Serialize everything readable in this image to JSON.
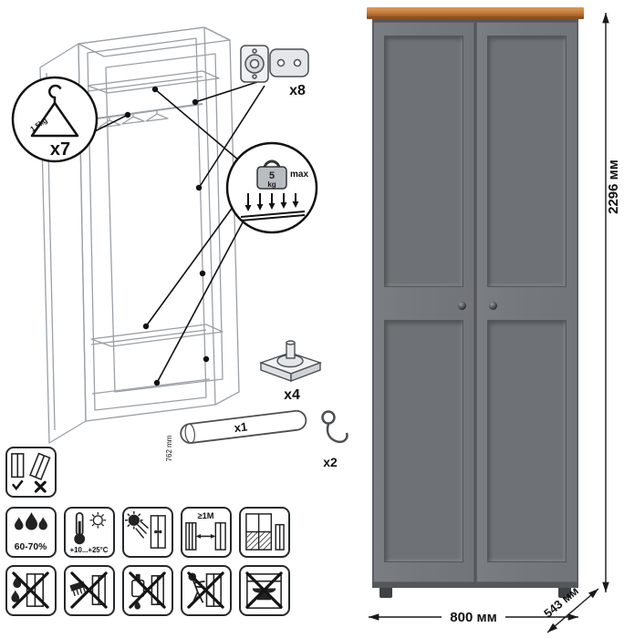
{
  "schematic": {
    "hanger_count": "x7",
    "hanger_weight": "1.5kg",
    "load_value": "5",
    "load_unit": "kg",
    "load_max": "max",
    "hinge_count": "x8",
    "foot_count": "x4",
    "rod_count": "x1",
    "rod_length": "762 mm",
    "hook_count": "x2"
  },
  "care": {
    "humidity": "60-70%",
    "temperature": "+10...+25°C",
    "distance": "≥1M"
  },
  "dimensions": {
    "height": "2296 мм",
    "width": "800 мм",
    "depth": "543 мм"
  },
  "colors": {
    "wood_top": "#c97e3e",
    "body_gray": "#75797d",
    "panel_gray": "#6e7276",
    "line_black": "#1a1a1a"
  }
}
